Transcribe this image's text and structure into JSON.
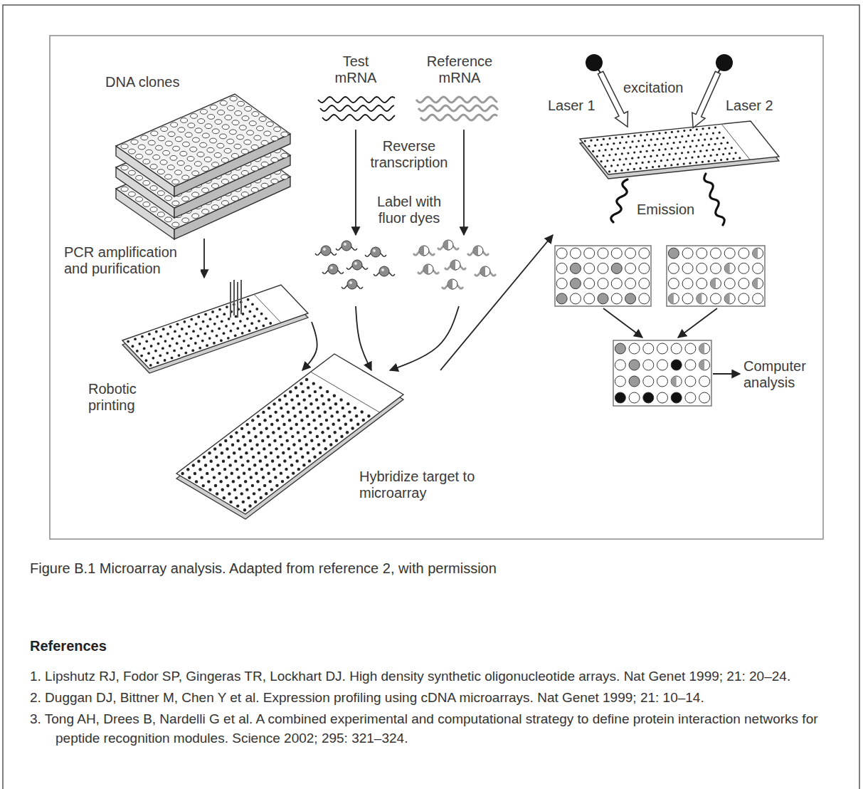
{
  "diagram": {
    "caption": "Figure B.1 Microarray analysis. Adapted from reference 2, with permission",
    "nodes": [
      {
        "text": [
          "DNA clones"
        ]
      },
      {
        "text": [
          "Test mRNA"
        ]
      },
      {
        "text": [
          "Reference mRNA"
        ]
      },
      {
        "text": [
          "Laser 1",
          "excitation",
          "Laser 2",
          "Emission"
        ]
      },
      {
        "text": [
          "Robotic printing"
        ]
      },
      {
        "text": [
          "Hybridize target to microarray"
        ]
      }
    ],
    "edges": [
      {
        "from": 0,
        "to": 4,
        "arrow": "to",
        "label": "PCR amplification and purification"
      },
      {
        "from": 4,
        "to": 5,
        "arrow": "to"
      },
      {
        "from": 1,
        "to": 5,
        "arrow": "to"
      },
      {
        "from": 2,
        "to": 5,
        "arrow": "to"
      },
      {
        "from": 5,
        "to": 3,
        "arrow": "to"
      }
    ],
    "labels": [
      "Reverse transcription",
      "Label with fluor dyes",
      "Computer analysis",
      "References",
      "1. Lipshutz RJ, Fodor SP, Gingeras TR, Lockhart DJ. High density synthetic oligonucleotide arrays. Nat Genet 1999; 21: 20–24.",
      "2. Duggan DJ, Bittner M, Chen Y et al. Expression profiling using cDNA microarrays. Nat Genet 1999; 21: 10–14.",
      "3. Tong AH, Drees B, Nardelli G et al. A combined experimental and computational strategy to define protein interaction networks for peptide recognition modules. Science 2002; 295: 321–324."
    ]
  }
}
